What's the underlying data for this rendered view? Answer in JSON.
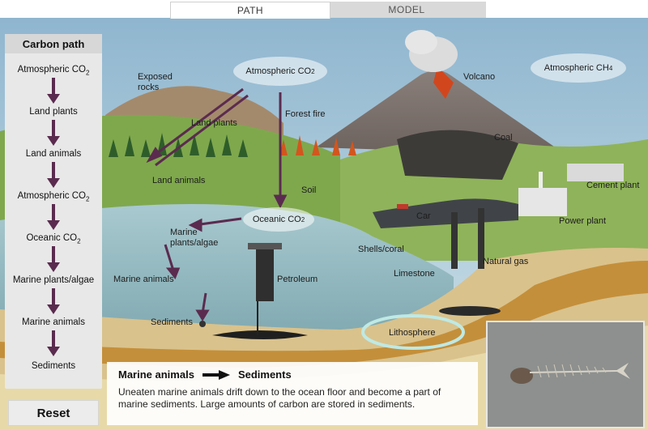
{
  "tabs": {
    "path": "PATH",
    "model": "MODEL"
  },
  "sidebar": {
    "title": "Carbon path",
    "steps": [
      "Atmospheric CO",
      "Land plants",
      "Land animals",
      "Atmospheric CO",
      "Oceanic CO",
      "Marine plants/algae",
      "Marine animals",
      "Sediments"
    ]
  },
  "reset_label": "Reset",
  "scene": {
    "exposed_rocks": "Exposed rocks",
    "atmospheric_co2": "Atmospheric CO",
    "volcano": "Volcano",
    "atmospheric_ch4": "Atmospheric CH",
    "land_plants": "Land plants",
    "forest_fire": "Forest fire",
    "coal": "Coal",
    "land_animals": "Land animals",
    "soil": "Soil",
    "cement_plant": "Cement plant",
    "car": "Car",
    "power_plant": "Power plant",
    "oceanic_co2": "Oceanic CO",
    "marine_plants": "Marine plants/algae",
    "shells_coral": "Shells/coral",
    "natural_gas": "Natural gas",
    "marine_animals": "Marine animals",
    "petroleum": "Petroleum",
    "limestone": "Limestone",
    "sediments": "Sediments",
    "lithosphere": "Lithosphere"
  },
  "info": {
    "from": "Marine animals",
    "to": "Sediments",
    "text": "Uneaten marine animals drift down to the ocean floor and become a part of marine sediments. Large amounts of carbon are stored in sediments."
  }
}
